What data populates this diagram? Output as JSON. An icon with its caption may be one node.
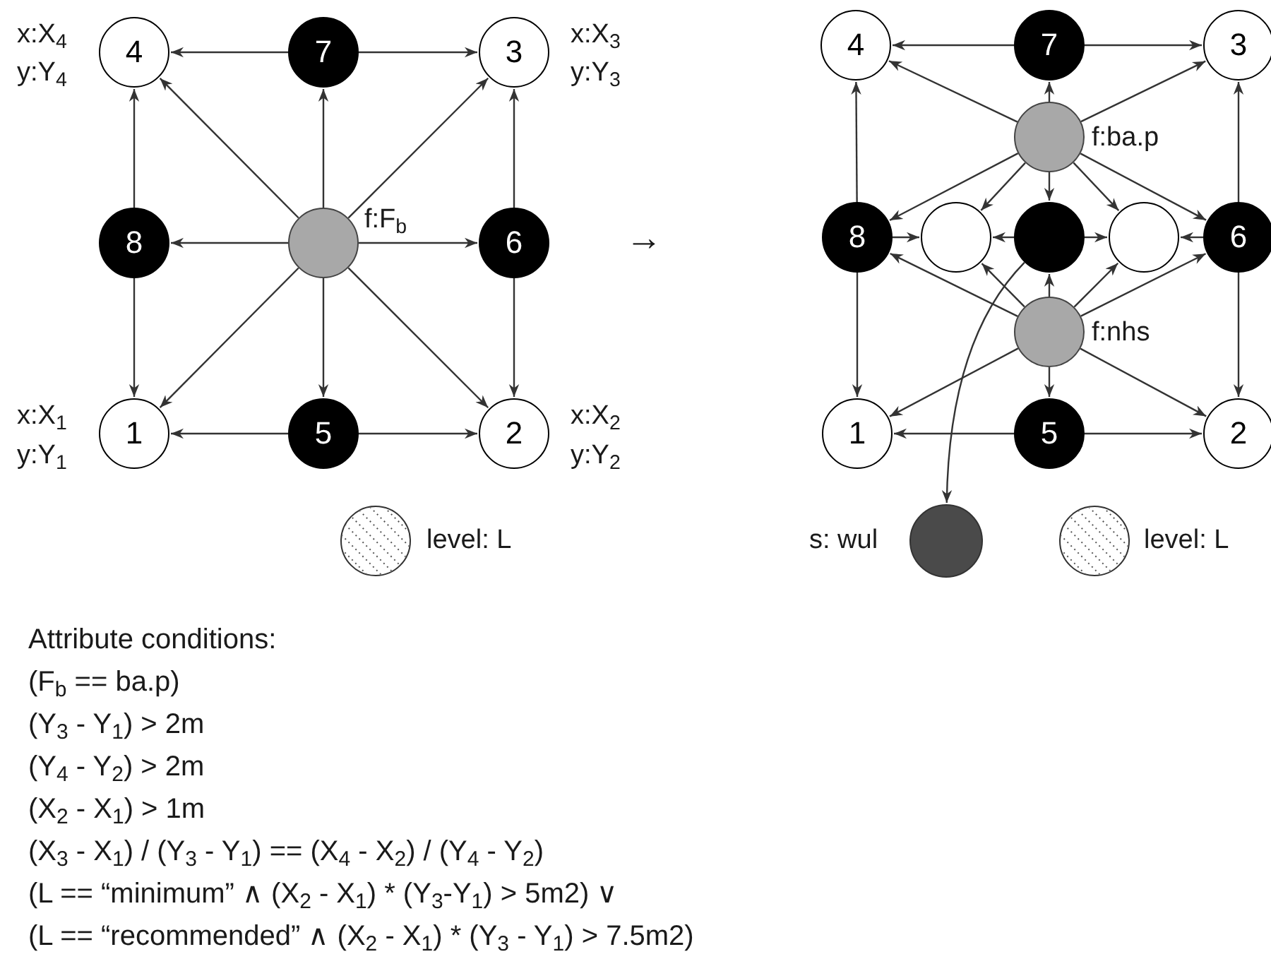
{
  "diagram": {
    "nodes": [
      {
        "text": [
          "4"
        ],
        "beside": [
          "x:X$_{4}$",
          "y:Y$_{4}$"
        ]
      },
      {
        "text": [
          "7"
        ]
      },
      {
        "text": [
          "3"
        ],
        "beside": [
          "x:X$_{3}$",
          "y:Y$_{3}$"
        ]
      },
      {
        "text": [
          "8"
        ]
      },
      {
        "text": [],
        "shape": "circle",
        "beside": [
          "f:F$_{b}$"
        ]
      },
      {
        "text": [
          "6"
        ]
      },
      {
        "text": [
          "1"
        ],
        "beside": [
          "x:X$_{1}$",
          "y:Y$_{1}$"
        ]
      },
      {
        "text": [
          "5"
        ]
      },
      {
        "text": [
          "2"
        ],
        "beside": [
          "x:X$_{2}$",
          "y:Y$_{2}$"
        ]
      },
      {
        "text": [
          "4"
        ]
      },
      {
        "text": [
          "7"
        ]
      },
      {
        "text": [
          "3"
        ]
      },
      {
        "text": [],
        "shape": "circle",
        "beside": [
          "f:ba.p"
        ]
      },
      {
        "text": [
          "8"
        ]
      },
      {
        "text": [],
        "shape": "circle"
      },
      {
        "text": [],
        "shape": "circle"
      },
      {
        "text": [],
        "shape": "circle"
      },
      {
        "text": [
          "6"
        ]
      },
      {
        "text": [],
        "shape": "circle",
        "beside": [
          "f:nhs"
        ]
      },
      {
        "text": [
          "1"
        ]
      },
      {
        "text": [
          "5"
        ]
      },
      {
        "text": [
          "2"
        ]
      },
      {
        "text": [],
        "shape": "circle",
        "beside": [
          "level: L"
        ]
      },
      {
        "text": [],
        "shape": "circle",
        "beside": [
          "s: wul"
        ]
      },
      {
        "text": [],
        "shape": "circle",
        "beside": [
          "level: L"
        ]
      }
    ],
    "edges": [
      {
        "from": 1,
        "to": 0,
        "arrow": "to"
      },
      {
        "from": 1,
        "to": 2,
        "arrow": "to"
      },
      {
        "from": 3,
        "to": 0,
        "arrow": "to"
      },
      {
        "from": 3,
        "to": 6,
        "arrow": "to"
      },
      {
        "from": 5,
        "to": 2,
        "arrow": "to"
      },
      {
        "from": 5,
        "to": 8,
        "arrow": "to"
      },
      {
        "from": 7,
        "to": 6,
        "arrow": "to"
      },
      {
        "from": 7,
        "to": 8,
        "arrow": "to"
      },
      {
        "from": 4,
        "to": 0,
        "arrow": "to"
      },
      {
        "from": 4,
        "to": 1,
        "arrow": "to"
      },
      {
        "from": 4,
        "to": 2,
        "arrow": "to"
      },
      {
        "from": 4,
        "to": 3,
        "arrow": "to"
      },
      {
        "from": 4,
        "to": 5,
        "arrow": "to"
      },
      {
        "from": 4,
        "to": 6,
        "arrow": "to"
      },
      {
        "from": 4,
        "to": 7,
        "arrow": "to"
      },
      {
        "from": 4,
        "to": 8,
        "arrow": "to"
      },
      {
        "from": 10,
        "to": 9,
        "arrow": "to"
      },
      {
        "from": 10,
        "to": 11,
        "arrow": "to"
      },
      {
        "from": 13,
        "to": 9,
        "arrow": "to"
      },
      {
        "from": 13,
        "to": 19,
        "arrow": "to"
      },
      {
        "from": 17,
        "to": 11,
        "arrow": "to"
      },
      {
        "from": 17,
        "to": 21,
        "arrow": "to"
      },
      {
        "from": 20,
        "to": 19,
        "arrow": "to"
      },
      {
        "from": 20,
        "to": 21,
        "arrow": "to"
      },
      {
        "from": 12,
        "to": 9,
        "arrow": "to"
      },
      {
        "from": 12,
        "to": 10,
        "arrow": "to"
      },
      {
        "from": 12,
        "to": 11,
        "arrow": "to"
      },
      {
        "from": 12,
        "to": 13,
        "arrow": "to"
      },
      {
        "from": 12,
        "to": 14,
        "arrow": "to"
      },
      {
        "from": 12,
        "to": 15,
        "arrow": "to"
      },
      {
        "from": 12,
        "to": 16,
        "arrow": "to"
      },
      {
        "from": 12,
        "to": 17,
        "arrow": "to"
      },
      {
        "from": 13,
        "to": 14,
        "arrow": "to"
      },
      {
        "from": 15,
        "to": 14,
        "arrow": "to"
      },
      {
        "from": 15,
        "to": 16,
        "arrow": "to"
      },
      {
        "from": 17,
        "to": 16,
        "arrow": "to"
      },
      {
        "from": 18,
        "to": 13,
        "arrow": "to"
      },
      {
        "from": 18,
        "to": 14,
        "arrow": "to"
      },
      {
        "from": 18,
        "to": 15,
        "arrow": "to"
      },
      {
        "from": 18,
        "to": 16,
        "arrow": "to"
      },
      {
        "from": 18,
        "to": 17,
        "arrow": "to"
      },
      {
        "from": 18,
        "to": 19,
        "arrow": "to"
      },
      {
        "from": 18,
        "to": 20,
        "arrow": "to"
      },
      {
        "from": 18,
        "to": 21,
        "arrow": "to"
      },
      {
        "from": 15,
        "to": 23,
        "arrow": "to"
      }
    ],
    "labels": [
      "→",
      "Attribute conditions:",
      "(F$_{b}$ == ba.p)",
      "(Y$_{3}$ - Y$_{1}$) > 2m",
      "(Y$_{4}$ - Y$_{2}$) > 2m",
      "(X$_{2}$ - X$_{1}$) > 1m",
      "(X$_{3}$ - X$_{1}$) / (Y$_{3}$ - Y$_{1}$) == (X$_{4}$ - X$_{2}$) / (Y$_{4}$ - Y$_{2}$)",
      "(L == “minimum” ∧ (X$_{2}$ - X$_{1}$) * (Y$_{3}$-Y$_{1}$) > 5m2) ∨",
      "(L == “recommended” ∧ (X$_{2}$ - X$_{1}$) * (Y$_{3}$ - Y$_{1}$) > 7.5m2)"
    ]
  }
}
